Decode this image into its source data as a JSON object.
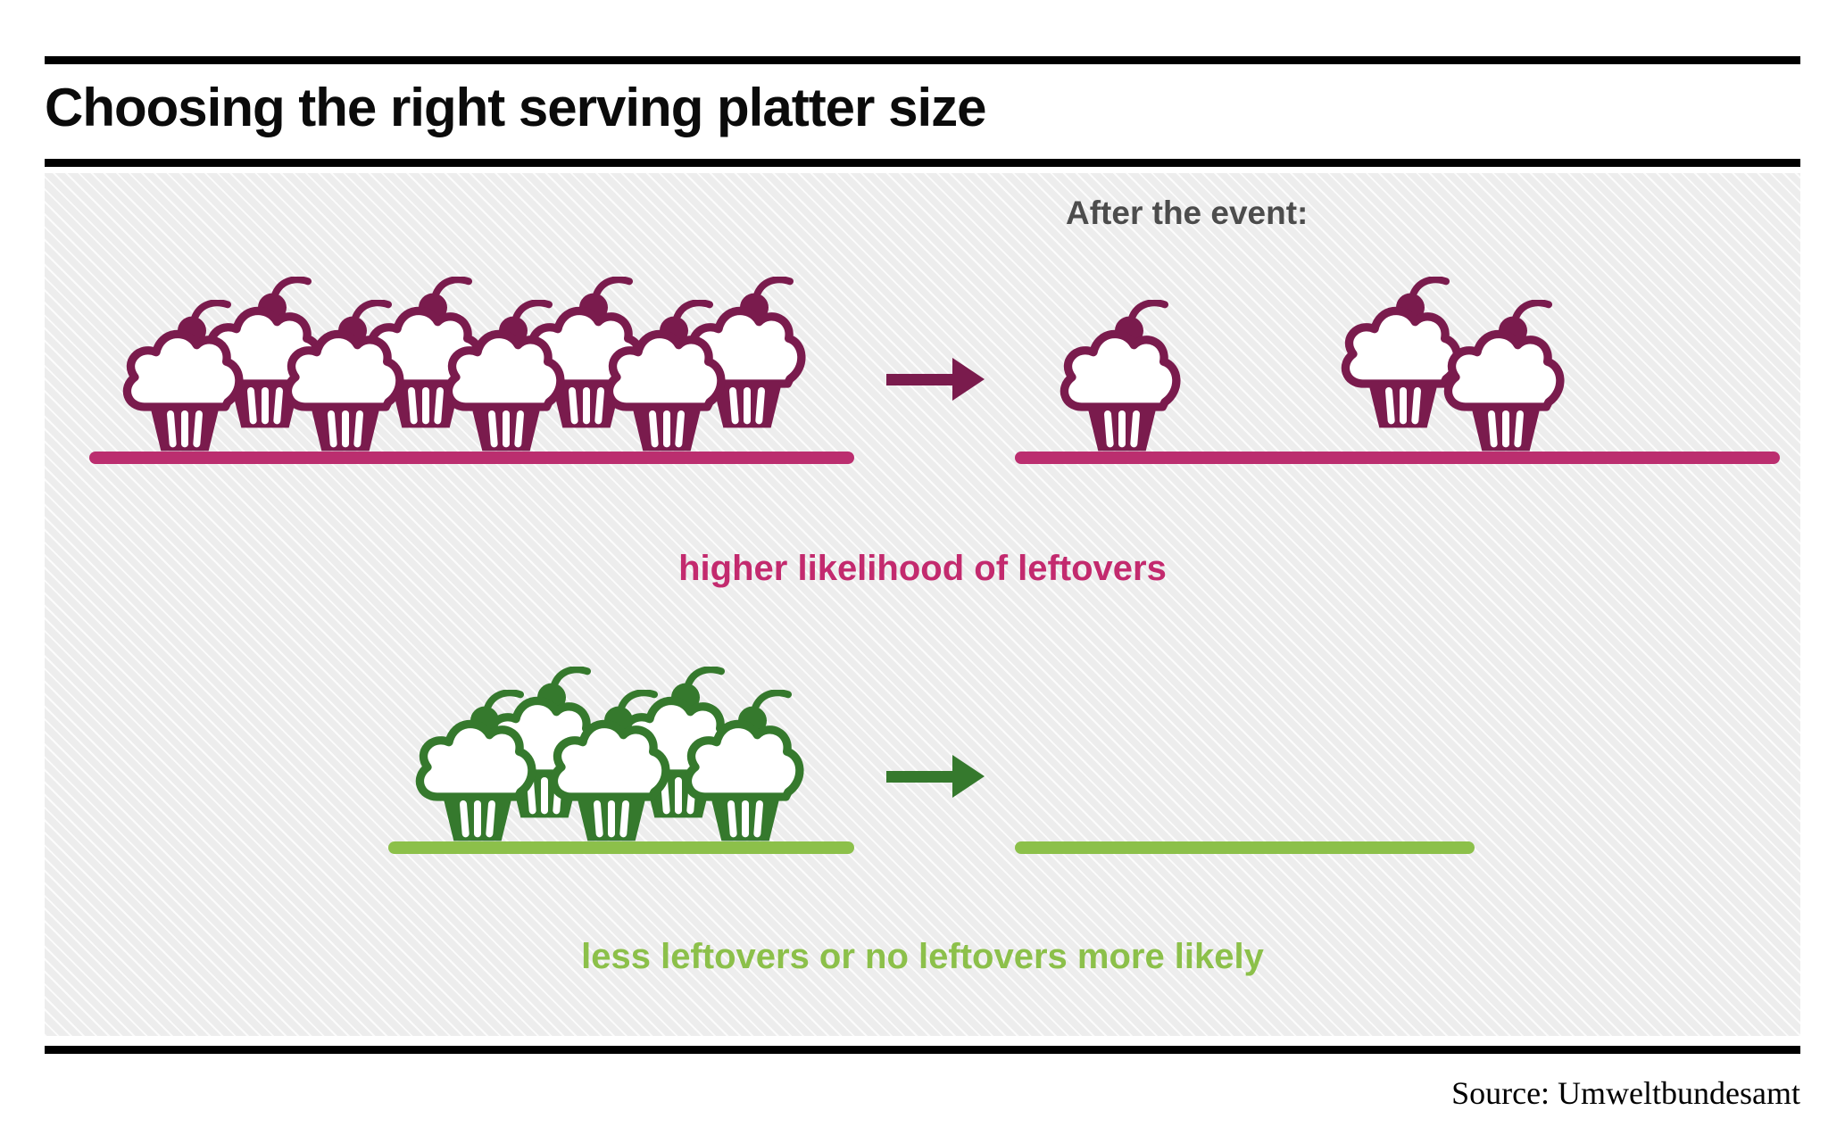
{
  "title": "Choosing the right serving platter size",
  "panel": {
    "after_event_label": "After the event:"
  },
  "rows": [
    {
      "id": "large-platter",
      "caption": "higher likelihood of leftovers",
      "before_cupcakes": 8,
      "after_cupcakes": 3,
      "colors": {
        "cupcake": "#7a1b4d",
        "platter": "#bb2e6f",
        "arrow": "#7a1b4d",
        "caption": "#c32a6e"
      }
    },
    {
      "id": "small-platter",
      "caption": "less leftovers or no leftovers more likely",
      "before_cupcakes": 5,
      "after_cupcakes": 0,
      "colors": {
        "cupcake": "#35792d",
        "platter": "#8cc04a",
        "arrow": "#35792d",
        "caption": "#8cc04a"
      }
    }
  ],
  "icons": {
    "cupcake": "cupcake-icon",
    "arrow_right": "arrow-right-icon"
  },
  "source": "Source: Umweltbundesamt"
}
